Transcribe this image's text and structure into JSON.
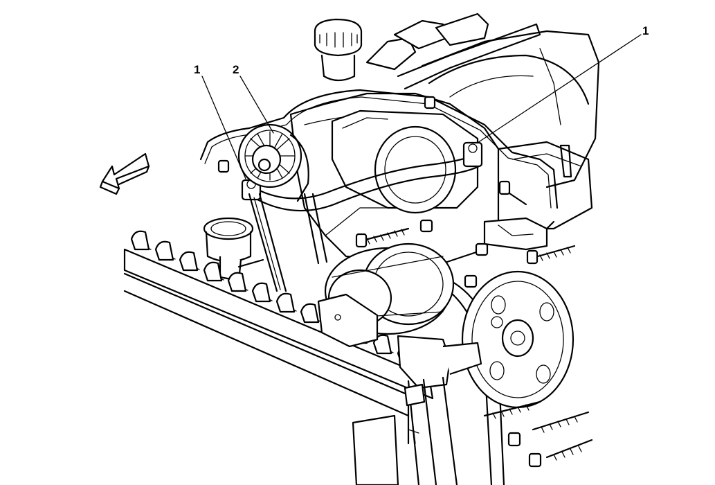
{
  "callouts": {
    "left_1": "1",
    "left_2": "2",
    "right_1": "1"
  },
  "colors": {
    "line": "#000000",
    "background": "#ffffff"
  }
}
